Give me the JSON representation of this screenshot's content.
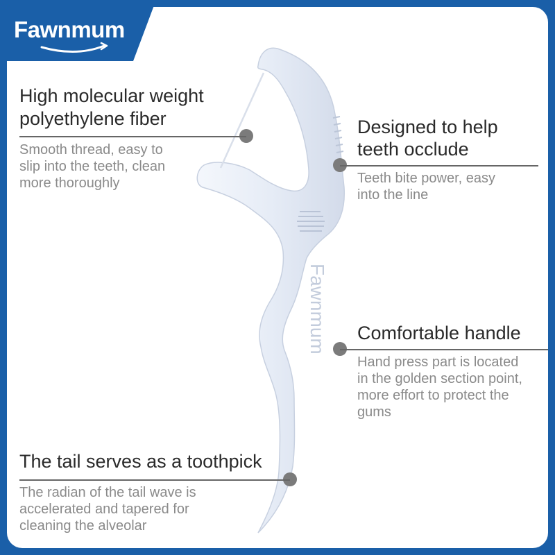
{
  "brand": {
    "name": "Fawnmum",
    "badge_color": "#1a5fa8"
  },
  "product": {
    "engraved_text": "Fawnmum",
    "color": "#e9eef7"
  },
  "callouts": {
    "fiber": {
      "heading_line1": "High molecular weight",
      "heading_line2": "polyethylene fiber",
      "desc_line1": "Smooth thread, easy to",
      "desc_line2": "slip into the teeth, clean",
      "desc_line3": "more thoroughly"
    },
    "occlude": {
      "heading_line1": "Designed to help",
      "heading_line2": "teeth occlude",
      "desc_line1": "Teeth bite power, easy",
      "desc_line2": "into the line"
    },
    "handle": {
      "heading": "Comfortable handle",
      "desc_line1": "Hand press part is located",
      "desc_line2": "in the golden section point,",
      "desc_line3": "more effort to protect the",
      "desc_line4": "gums"
    },
    "tail": {
      "heading": "The tail serves as a toothpick",
      "desc_line1": "The radian of the tail wave is",
      "desc_line2": "accelerated and tapered for",
      "desc_line3": "cleaning the alveolar"
    }
  }
}
